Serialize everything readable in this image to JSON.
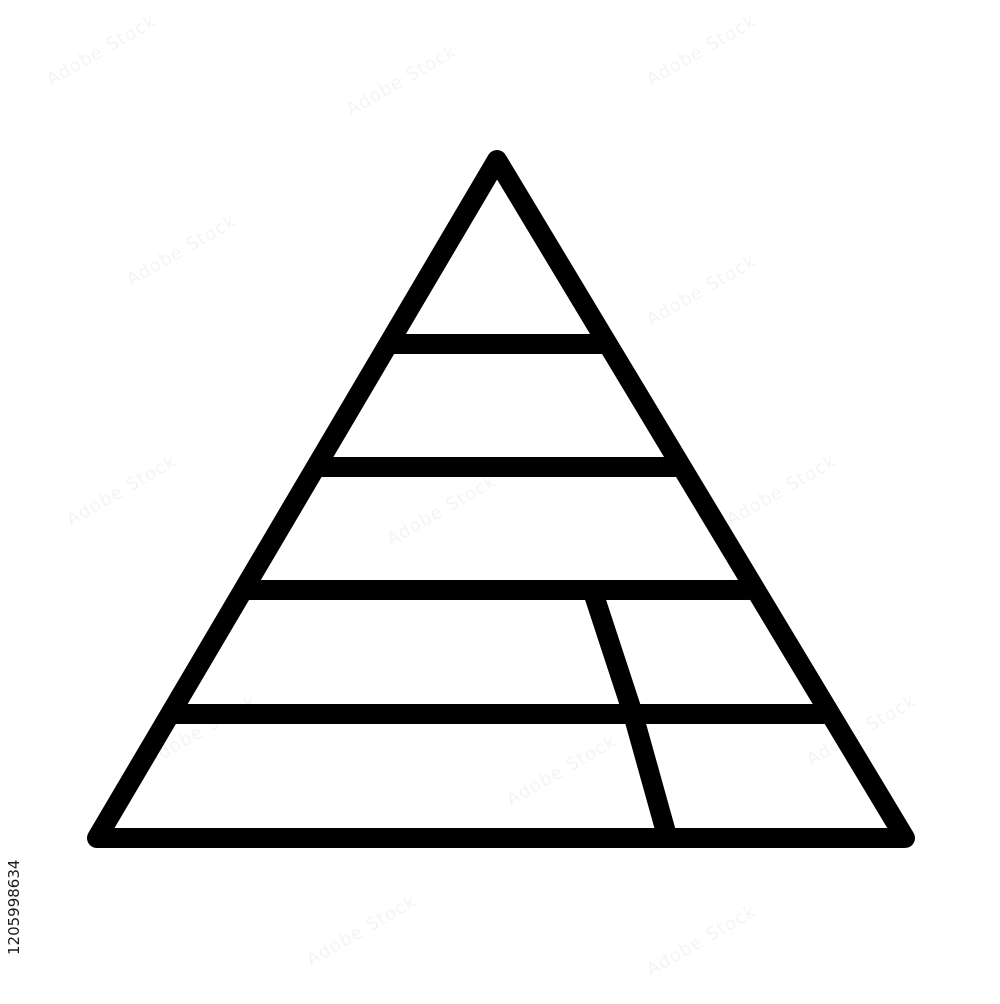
{
  "image_id_text": "1205998634",
  "watermark": "Adobe Stock",
  "colors": {
    "background": "#ffffff",
    "stroke": "#000000"
  },
  "icon": {
    "name": "pyramid-hierarchy-icon",
    "tiers": 5,
    "tiers_split": 2
  }
}
